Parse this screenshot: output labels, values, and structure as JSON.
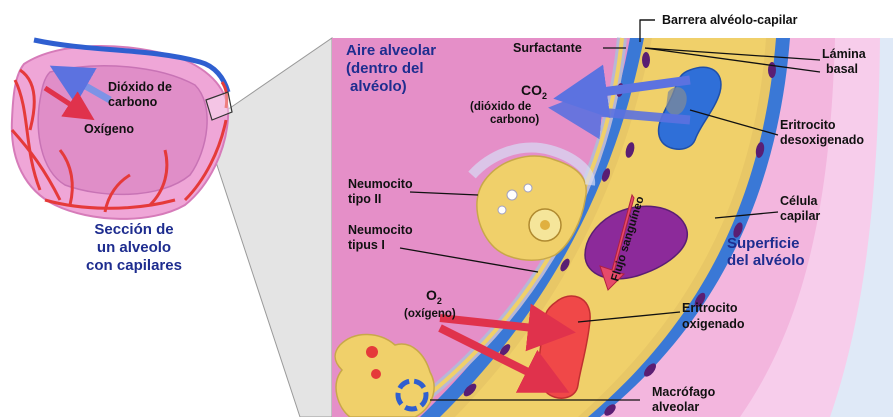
{
  "colors": {
    "alveolar_air": "#e58fc8",
    "tissue_light": "#f4c3e5",
    "capillary_fill": "#e8c766",
    "capillary_wall": "#3a78d6",
    "capillary_inner": "#f0d06a",
    "cell_nucleus": "#5a1e73",
    "red_vessel": "#e53a3a",
    "blue_vessel": "#2f5fd0",
    "arrow_blue": "#5c72e0",
    "arrow_red": "#e0324c",
    "erythrocyte_deoxy": "#2f6fd8",
    "erythrocyte_oxy": "#f04848",
    "text_heading": "#1e2d8f"
  },
  "labels": {
    "barrier": "Barrera alvéolo-capilar",
    "surfactant": "Surfactante",
    "basal_lamina_1": "Lámina",
    "basal_lamina_2": "basal",
    "air_1": "Aire alveolar",
    "air_2": "(dentro del",
    "air_3": "alvéolo)",
    "co2_formula": "CO",
    "co2_sub": "2",
    "co2_name_1": "(dióxido de",
    "co2_name_2": "carbono)",
    "eritro_deoxy_1": "Eritrocito",
    "eritro_deoxy_2": "desoxigenado",
    "neumo2_1": "Neumocito",
    "neumo2_2": "tipo II",
    "neumo1_1": "Neumocito",
    "neumo1_2": "tipus I",
    "capilar_1": "Célula",
    "capilar_2": "capilar",
    "flujo": "Flujo sanguíneo",
    "superficie_1": "Superficie",
    "superficie_2": "del alvéolo",
    "o2_formula": "O",
    "o2_sub": "2",
    "o2_name": "(oxígeno)",
    "eritro_oxy_1": "Eritrocito",
    "eritro_oxy_2": "oxigenado",
    "macro_1": "Macrófago",
    "macro_2": "alveolar",
    "inset_co2_1": "Dióxido de",
    "inset_co2_2": "carbono",
    "inset_o2": "Oxígeno",
    "section_1": "Sección de",
    "section_2": "un alveolo",
    "section_3": "con capilares"
  }
}
